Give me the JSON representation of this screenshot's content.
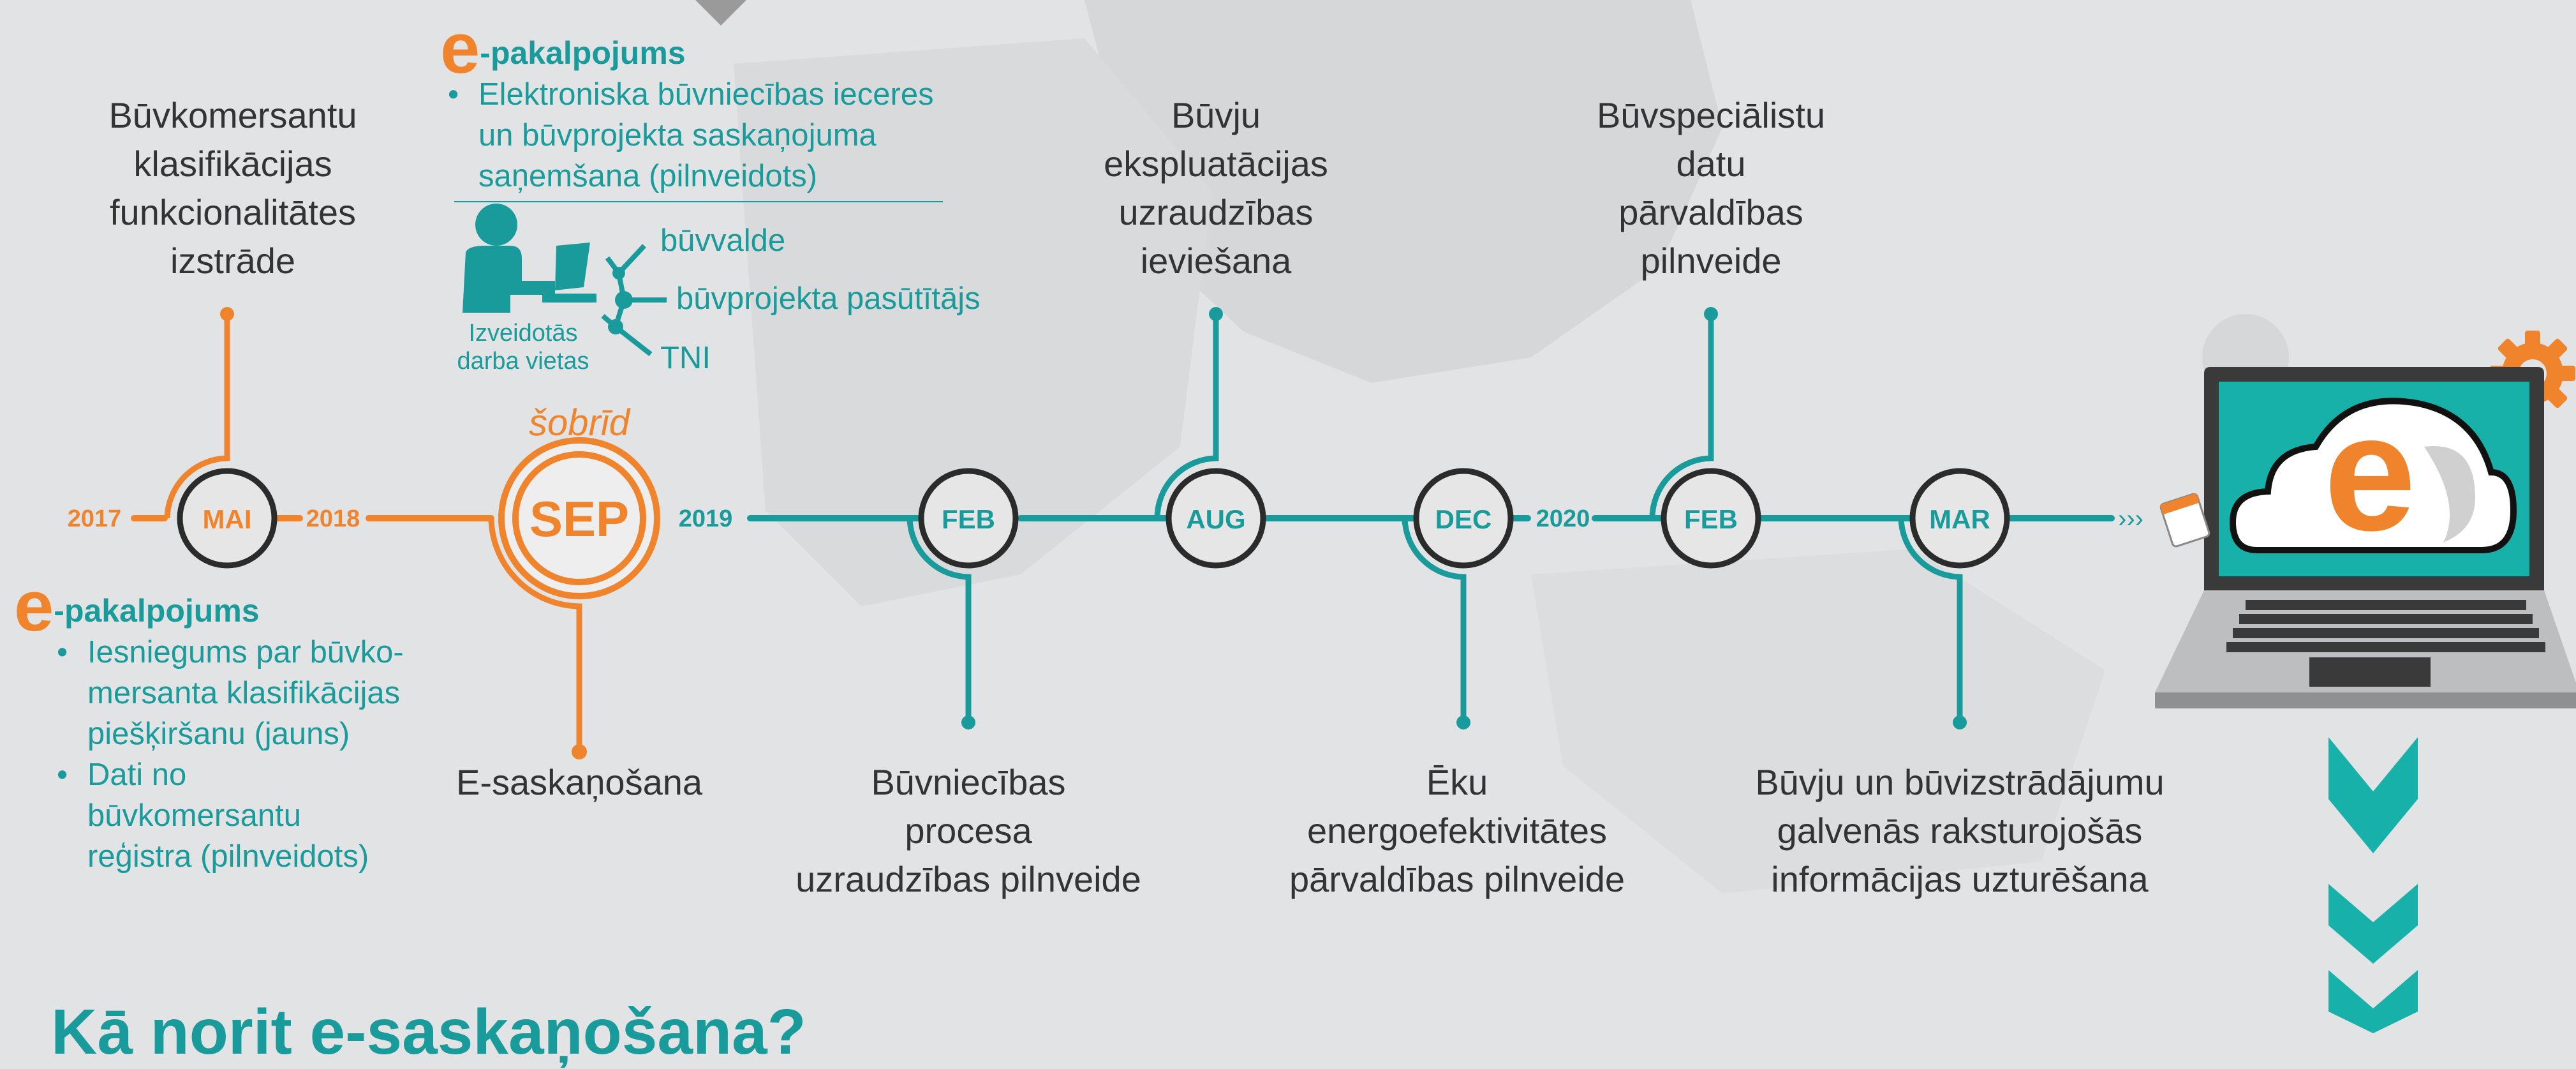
{
  "colors": {
    "teal": "#1a9b9b",
    "orange": "#f0842c",
    "dark": "#333333",
    "ring": "#2b2b2b",
    "background": "#e2e3e4"
  },
  "timeline": {
    "years": [
      "2017",
      "2018",
      "2019",
      "2020"
    ],
    "months": [
      "MAI",
      "SEP",
      "FEB",
      "AUG",
      "DEC",
      "FEB",
      "MAR"
    ],
    "current_label": "šobrīd"
  },
  "milestones_top": [
    {
      "lines": [
        "Būvkomersantu",
        "klasifikācijas",
        "funkcionalitātes",
        "izstrāde"
      ]
    },
    {
      "lines": [
        "Būvju",
        "ekspluatācijas",
        "uzraudzības",
        "ieviešana"
      ]
    },
    {
      "lines": [
        "Būvspeciālistu",
        "datu",
        "pārvaldības",
        "pilnveide"
      ]
    }
  ],
  "milestones_bottom": [
    {
      "lines": [
        "E-saskaņošana"
      ]
    },
    {
      "lines": [
        "Būvniecības",
        "procesa",
        "uzraudzības pilnveide"
      ]
    },
    {
      "lines": [
        "Ēku",
        "energoefektivitātes",
        "pārvaldības pilnveide"
      ]
    },
    {
      "lines": [
        "Būvju un būvizstrādājumu",
        "galvenās raksturojošās",
        "informācijas uzturēšana"
      ]
    }
  ],
  "epak_top": {
    "e": "e",
    "label": "-pakalpojums",
    "items": [
      "Elektroniska būvniecības ieceres",
      "un būvprojekta saskaņojuma",
      "saņemšana (pilnveidots)"
    ],
    "workplace_caption": [
      "Izveidotās",
      "darba vietas"
    ],
    "roles": [
      "būvvalde",
      "būvprojekta pasūtītājs",
      "TNI"
    ]
  },
  "epak_bottom": {
    "e": "e",
    "label": "-pakalpojums",
    "items": [
      {
        "lines": [
          "Iesniegums par būvko-",
          "mersanta klasifikācijas",
          "piešķiršanu (jauns)"
        ]
      },
      {
        "lines": [
          "Dati no",
          "būvkomersantu",
          "reģistra  (pilnveidots)"
        ]
      }
    ]
  },
  "laptop_logo_letter": "e",
  "section_heading": "Kā norit e-saskaņošana?"
}
